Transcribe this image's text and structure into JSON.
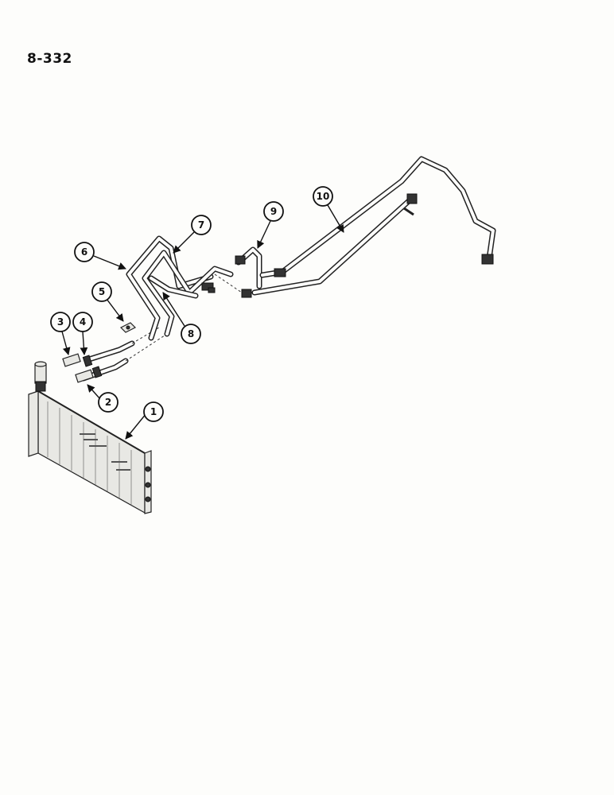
{
  "page_number": "8-332",
  "callouts": [
    "1",
    "2",
    "3",
    "4",
    "5",
    "6",
    "7",
    "8",
    "9",
    "10"
  ]
}
